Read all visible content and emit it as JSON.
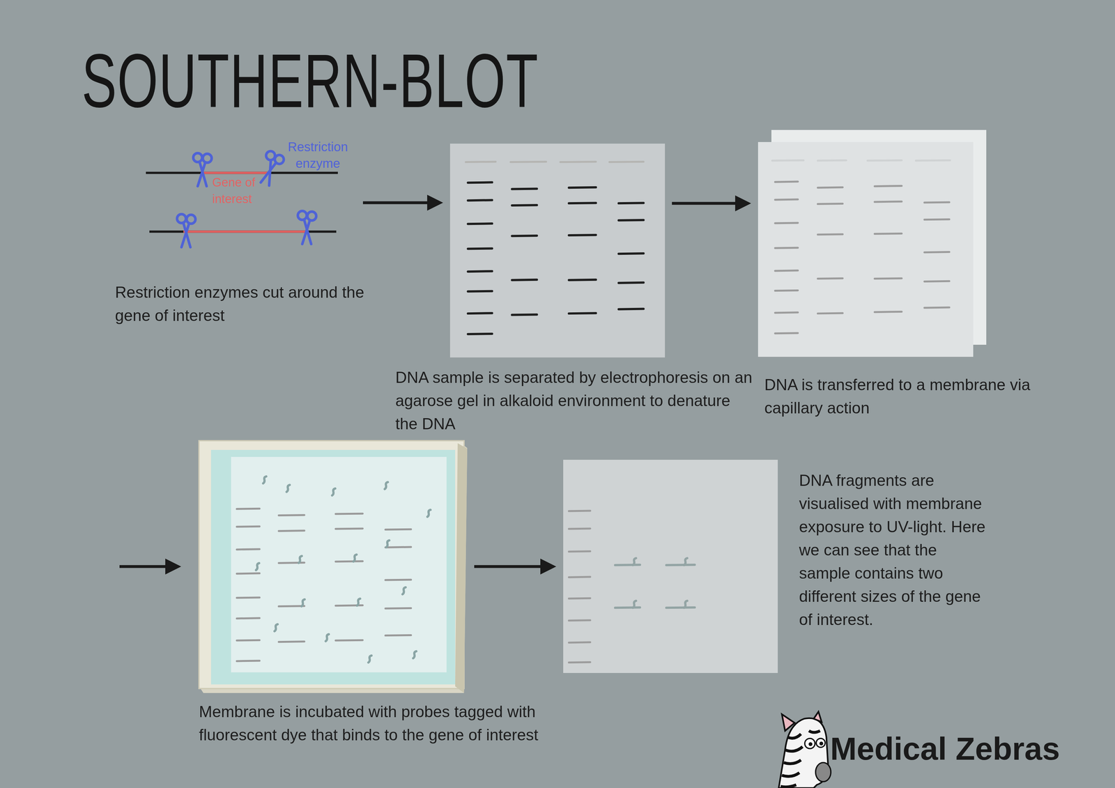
{
  "diagram": {
    "title": "SOUTHERN-BLOT",
    "nodes": [
      {
        "text": [
          "Restriction enzymes cut around the gene of interest"
        ]
      },
      {
        "text": [
          "DNA sample is separated  by electrophoresis on an agarose gel in alkaloid environment to denature the DNA"
        ]
      },
      {
        "text": [
          "DNA is transferred to a membrane via capillary action"
        ]
      },
      {
        "text": [
          "Membrane is incubated with probes tagged with fluorescent dye that binds to the gene of interest"
        ]
      },
      {
        "text": [
          "DNA fragments are visualised with membrane exposure to UV-light. Here we can see that the sample contains two different sizes of the gene of interest."
        ]
      }
    ],
    "edges": [
      {
        "from": 0,
        "to": 1,
        "arrow": "to"
      },
      {
        "from": 1,
        "to": 2,
        "arrow": "to"
      },
      {
        "from": 3,
        "to": 4,
        "arrow": "to"
      }
    ],
    "labels": [
      "Restriction enzyme",
      "Gene of interest",
      "Medical Zebras"
    ]
  }
}
